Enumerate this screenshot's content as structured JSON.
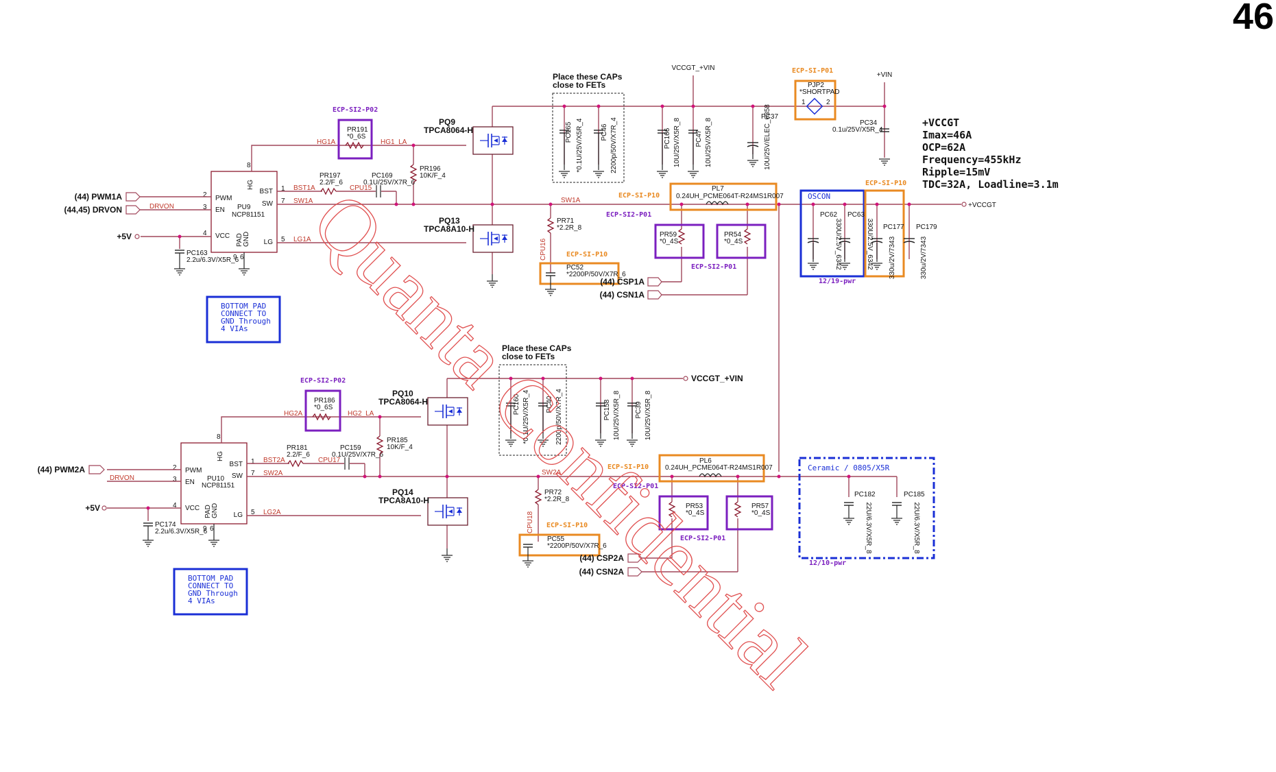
{
  "page_number": "46",
  "watermark": "Quanta Confidential",
  "specs": [
    "+VCCGT",
    "Imax=46A",
    "OCP=62A",
    "Frequency=455kHz",
    "Ripple=15mV",
    "TDC=32A, Loadline=3.1m"
  ],
  "notes": {
    "place_caps": [
      "Place these CAPs",
      "close to FETs"
    ],
    "bottom_pad": [
      "BOTTOM PAD",
      "CONNECT TO",
      "GND Through",
      "4 VIAs"
    ]
  },
  "tags": {
    "ecp_si2_p02": "ECP-SI2-P02",
    "ecp_si2_p01": "ECP-SI2-P01",
    "ecp_si_p10": "ECP-SI-P10",
    "ecp_si_p01": "ECP-SI-P01"
  },
  "rails": {
    "vccgt_vin": "VCCGT_+VIN",
    "vin": "+VIN",
    "vccgt": "+VCCGT",
    "v5": "+5V"
  },
  "ports": {
    "pwm1a": "(44) PWM1A",
    "drvon1": "(44,45) DRVON",
    "pwm2a": "(44) PWM2A",
    "drvon2": "DRVON",
    "csp1a": "(44) CSP1A",
    "csn1a": "(44) CSN1A",
    "csp2a": "(44) CSP2A",
    "csn2a": "(44) CSN2A"
  },
  "ic_pins": {
    "hg": "HG",
    "bst": "BST",
    "sw": "SW",
    "lg": "LG",
    "pwm": "PWM",
    "en": "EN",
    "vcc": "VCC",
    "pad": "PAD",
    "gnd": "GND",
    "p1": "1",
    "p2": "2",
    "p3": "3",
    "p4": "4",
    "p5": "5",
    "p6": "6",
    "p7": "7",
    "p8": "8",
    "p9": "9"
  },
  "phase1": {
    "ic_ref": "PU9",
    "ic_part": "NCP81151",
    "q_high_ref": "PQ9",
    "q_high_part": "TPCA8064-H",
    "q_low_ref": "PQ13",
    "q_low_part": "TPCA8A10-H",
    "r_gate_ref": "PR191",
    "r_gate_val": "*0_6S",
    "r_bst_ref": "PR197",
    "r_bst_val": "2.2/F_6",
    "c_bst_ref": "PC169",
    "c_bst_val": "0.1U/25V/X7R_6",
    "r_pd_ref": "PR196",
    "r_pd_val": "10K/F_4",
    "c_vcc_ref": "PC163",
    "c_vcc_val": "2.2u/6.3V/X5R_6",
    "r_snub_ref": "PR71",
    "r_snub_val": "*2.2R_8",
    "c_snub_ref": "PC52",
    "c_snub_val": "*2200P/50V/X7R_6",
    "l_ref": "PL7",
    "l_val": "0.24UH_PCME064T-R24MS1R007",
    "r_csp_ref": "PR59",
    "r_csp_val": "*0_4S",
    "r_csn_ref": "PR54",
    "r_csn_val": "*0_4S",
    "nets": {
      "hg": "HG1A",
      "hg_la": "HG1_LA",
      "bst": "BST1A",
      "sw": "SW1A",
      "lg": "LG1A",
      "cpu": "CPU15",
      "drvon": "DRVON",
      "cpu16": "CPU16"
    },
    "in_caps": [
      {
        "ref": "PC165",
        "val": "*0.1U/25V/X5R_4"
      },
      {
        "ref": "PC46",
        "val": "2200p/50V/X7R_4"
      },
      {
        "ref": "PC166",
        "val": "10U/25V/X5R_8"
      },
      {
        "ref": "PC47",
        "val": "10U/25V/X5R_8"
      },
      {
        "ref": "PC37",
        "val": "10U/25V/ELEC_6358"
      }
    ],
    "jumper_ref": "PJP2",
    "jumper_val": "*SHORTPAD",
    "c_vin_ref": "PC34",
    "c_vin_val": "0.1u/25V/X5R_4",
    "osc_label": "OSCON",
    "osc_date": "12/19-pwr",
    "out_caps": [
      {
        "ref": "PC62",
        "val": "330U/2.5V_6342"
      },
      {
        "ref": "PC63",
        "val": "330U/2.5V_6342"
      },
      {
        "ref": "PC177",
        "val": "330u/2V/7343"
      },
      {
        "ref": "PC179",
        "val": "330u/2V/7343"
      }
    ]
  },
  "phase2": {
    "ic_ref": "PU10",
    "ic_part": "NCP81151",
    "q_high_ref": "PQ10",
    "q_high_part": "TPCA8064-H",
    "q_low_ref": "PQ14",
    "q_low_part": "TPCA8A10-H",
    "r_gate_ref": "PR186",
    "r_gate_val": "*0_6S",
    "r_bst_ref": "PR181",
    "r_bst_val": "2.2/F_6",
    "c_bst_ref": "PC159",
    "c_bst_val": "0.1U/25V/X7R_6",
    "r_pd_ref": "PR185",
    "r_pd_val": "10K/F_4",
    "c_vcc_ref": "PC174",
    "c_vcc_val": "2.2u/6.3V/X5R_6",
    "r_snub_ref": "PR72",
    "r_snub_val": "*2.2R_8",
    "c_snub_ref": "PC55",
    "c_snub_val": "*2200P/50V/X7R_6",
    "l_ref": "PL6",
    "l_val": "0.24UH_PCME064T-R24MS1R007",
    "r_csp_ref": "PR53",
    "r_csp_val": "*0_4S",
    "r_csn_ref": "PR57",
    "r_csn_val": "*0_4S",
    "nets": {
      "hg": "HG2A",
      "hg_la": "HG2_LA",
      "bst": "BST2A",
      "sw": "SW2A",
      "lg": "LG2A",
      "cpu": "CPU17",
      "cpu18": "CPU18"
    },
    "in_caps": [
      {
        "ref": "PC160",
        "val": "*0.1U/25V/X5R_4"
      },
      {
        "ref": "PC40",
        "val": "2200p/50V/X7R_4"
      },
      {
        "ref": "PC158",
        "val": "10U/25V/X5R_8"
      },
      {
        "ref": "PC39",
        "val": "10U/25V/X5R_8"
      }
    ],
    "ceramic_label": "Ceramic / 0805/X5R",
    "ceramic_date": "12/10-pwr",
    "out_caps": [
      {
        "ref": "PC182",
        "val": "22U/6.3V/X5R_8"
      },
      {
        "ref": "PC185",
        "val": "22U/6.3V/X5R_8"
      }
    ]
  }
}
